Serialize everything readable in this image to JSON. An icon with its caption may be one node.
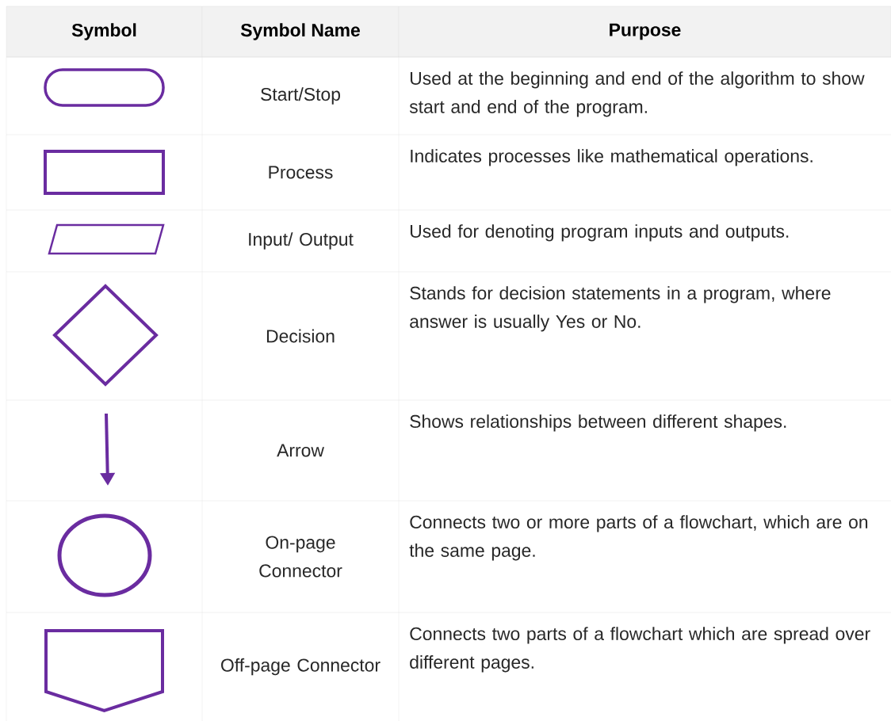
{
  "diagram": {
    "nodes": [
      {
        "text": [],
        "shape": "terminal"
      },
      {
        "text": [],
        "shape": "box"
      },
      {
        "text": [],
        "shape": "parallelogram"
      },
      {
        "text": [],
        "shape": "diamond"
      },
      {
        "text": [],
        "shape": "circle"
      },
      {
        "text": [],
        "shape": "pentagon"
      }
    ],
    "labels": [
      "Symbol",
      "Symbol Name",
      "Purpose",
      "Start/Stop",
      "Used at the beginning and end of the algorithm to show start and end of the program.",
      "Process",
      "Indicates processes like mathematical operations.",
      "Input/ Output",
      "Used for denoting program inputs and outputs.",
      "Decision",
      "Stands for decision statements in a program, where answer is usually Yes or No.",
      "Arrow",
      "Shows relationships between different shapes.",
      "On-page Connector",
      "Connects two or more parts of a flowchart, which are on the same page.",
      "Off-page Connector",
      "Connects two parts of a flowchart which are spread over different pages."
    ]
  }
}
